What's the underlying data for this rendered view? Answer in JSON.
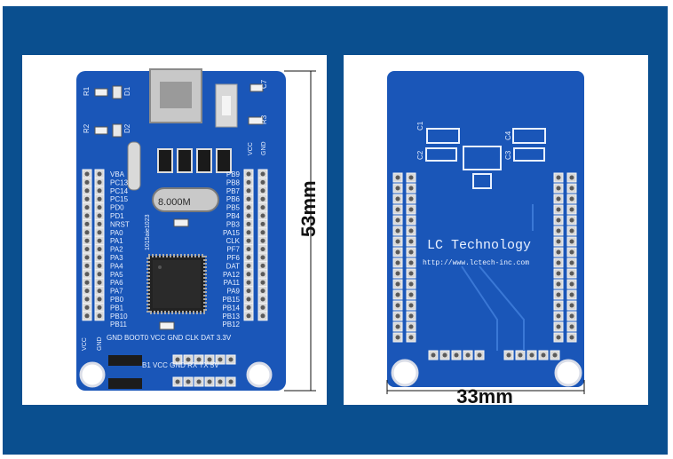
{
  "colors": {
    "frame": "#0a4f8f",
    "pcb": "#1a56b8",
    "pcb_dark": "#123f8a",
    "silk": "#e8f0ff"
  },
  "front_board": {
    "crystal_label": "8.000M",
    "chip_code": "1015aie1023",
    "left_pins": [
      "VBA",
      "PC13",
      "PC14",
      "PC15",
      "PD0",
      "PD1",
      "NRST",
      "PA0",
      "PA1",
      "PA2",
      "PA3",
      "PA4",
      "PA5",
      "PA6",
      "PA7",
      "PB0",
      "PB1",
      "PB10",
      "PB11"
    ],
    "right_pins": [
      "PB9",
      "PB8",
      "PB7",
      "PB6",
      "PB5",
      "PB4",
      "PB3",
      "PA15",
      "CLK",
      "PF7",
      "PF6",
      "DAT",
      "PA12",
      "PA11",
      "PA9",
      "PB15",
      "PB14",
      "PB13",
      "PB12"
    ],
    "top_components": [
      "R1",
      "D1",
      "R2",
      "D2",
      "C7",
      "R3",
      "VCC",
      "GND"
    ],
    "header_labels_top": "GND BOOT0 VCC GND CLK DAT 3.3V",
    "header_labels_bottom": "B1 VCC GND RX TX 5V",
    "bottom_left_labels": [
      "VCC",
      "GND"
    ]
  },
  "back_board": {
    "brand": "LC Technology",
    "url": "http://www.lctech-inc.com",
    "components": [
      "C1",
      "C2",
      "C4",
      "C3"
    ]
  },
  "dimensions": {
    "height": "53mm",
    "width": "33mm"
  }
}
